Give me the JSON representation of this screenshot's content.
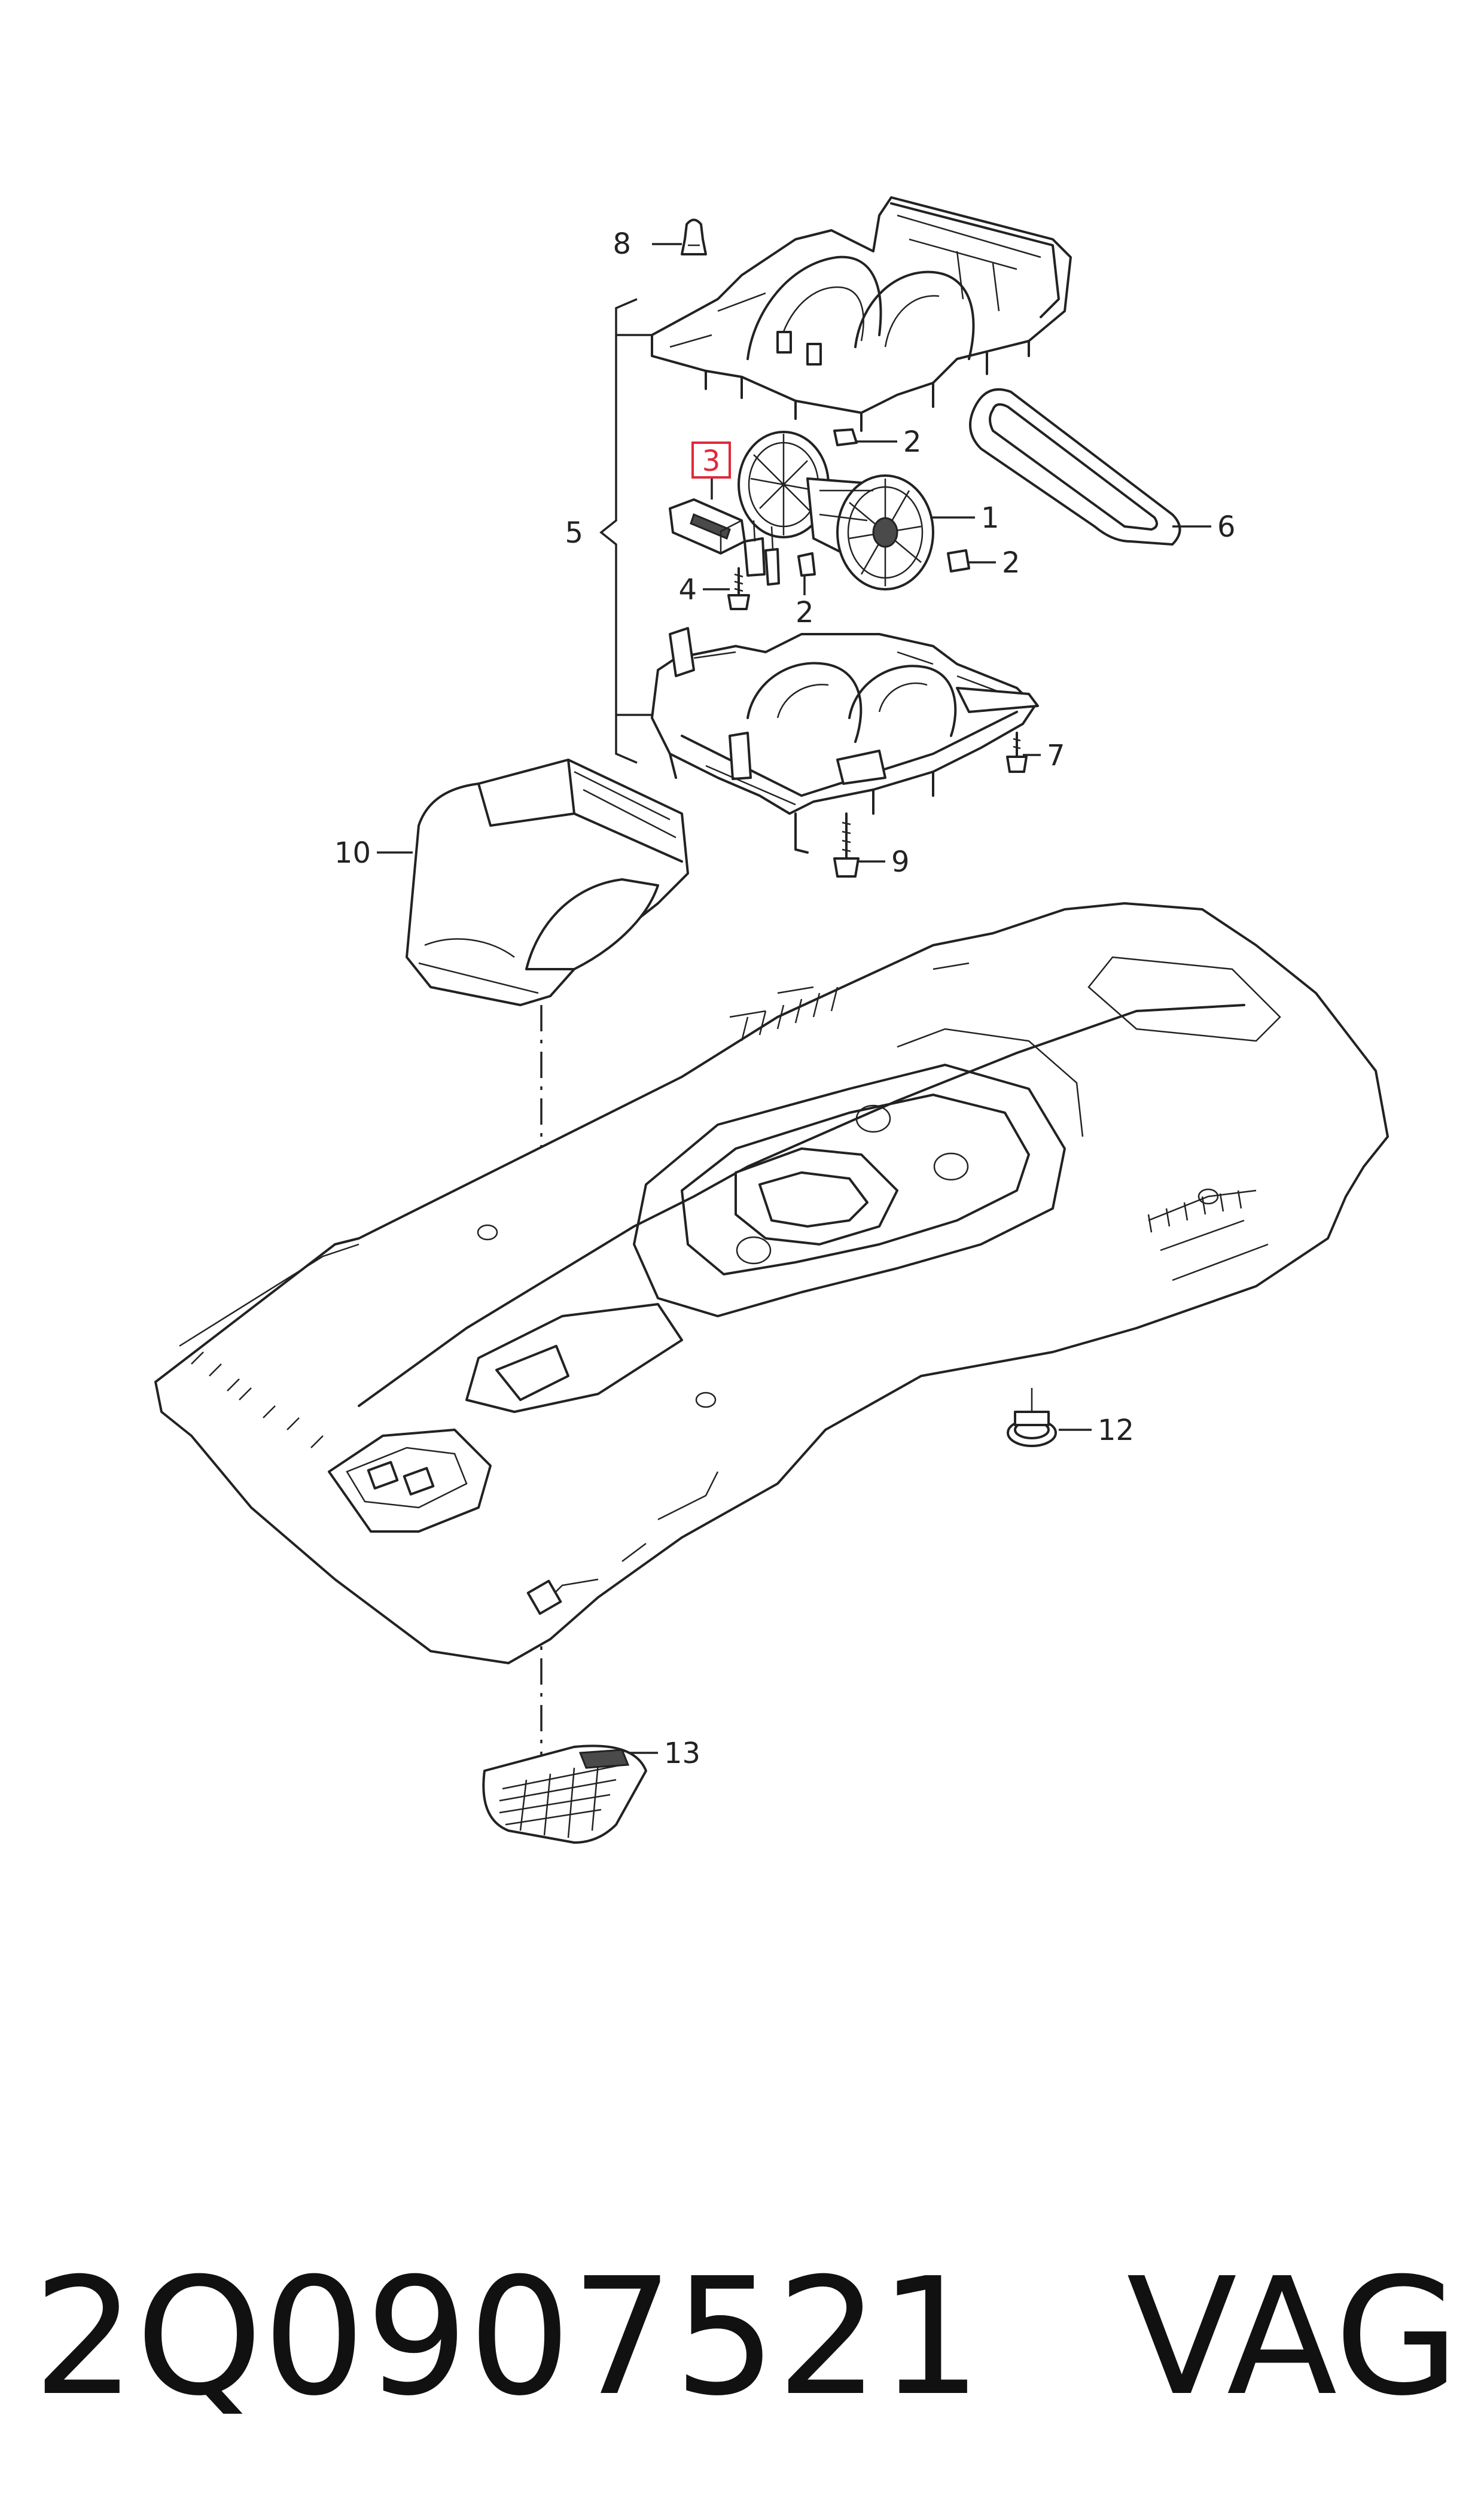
{
  "callouts": {
    "c1": "1",
    "c2a": "2",
    "c2b": "2",
    "c2c": "2",
    "c3": "3",
    "c4": "4",
    "c5": "5",
    "c6": "6",
    "c7": "7",
    "c8": "8",
    "c9": "9",
    "c10": "10",
    "c12": "12",
    "c13": "13"
  },
  "highlighted_callout": "3",
  "highlight_color": "#e0283a",
  "footer": {
    "part_number": "2Q0907521",
    "brand": "VAG"
  }
}
